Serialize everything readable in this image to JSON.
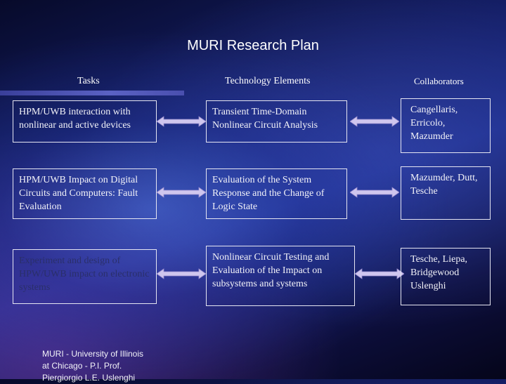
{
  "title": "MURI Research Plan",
  "columns": {
    "tasks": "Tasks",
    "technology": "Technology Elements",
    "collaborators": "Collaborators"
  },
  "rows": [
    {
      "task": "HPM/UWB interaction with nonlinear and active devices",
      "technology": "Transient Time-Domain Nonlinear Circuit Analysis",
      "collaborators": "Cangellaris, Erricolo, Mazumder"
    },
    {
      "task": "HPM/UWB Impact on Digital Circuits and Computers: Fault Evaluation",
      "technology": "Evaluation of the System Response and the Change of Logic State",
      "collaborators": "Mazumder, Dutt, Tesche"
    },
    {
      "task": "Experiment and design of HPW/UWB impact on electronic systems",
      "technology": "Nonlinear Circuit Testing and Evaluation of the Impact on subsystems and systems",
      "collaborators": "Tesche, Liepa, Bridgewood Uslenghi"
    }
  ],
  "footer": "MURI - University of Illinois at Chicago - P.I. Prof. Piergiorgio L.E. Uslenghi",
  "colors": {
    "arrow_fill": "#cfc6ee",
    "arrow_edge": "#9a8fd0",
    "faded_text": "#2a2f6a"
  }
}
